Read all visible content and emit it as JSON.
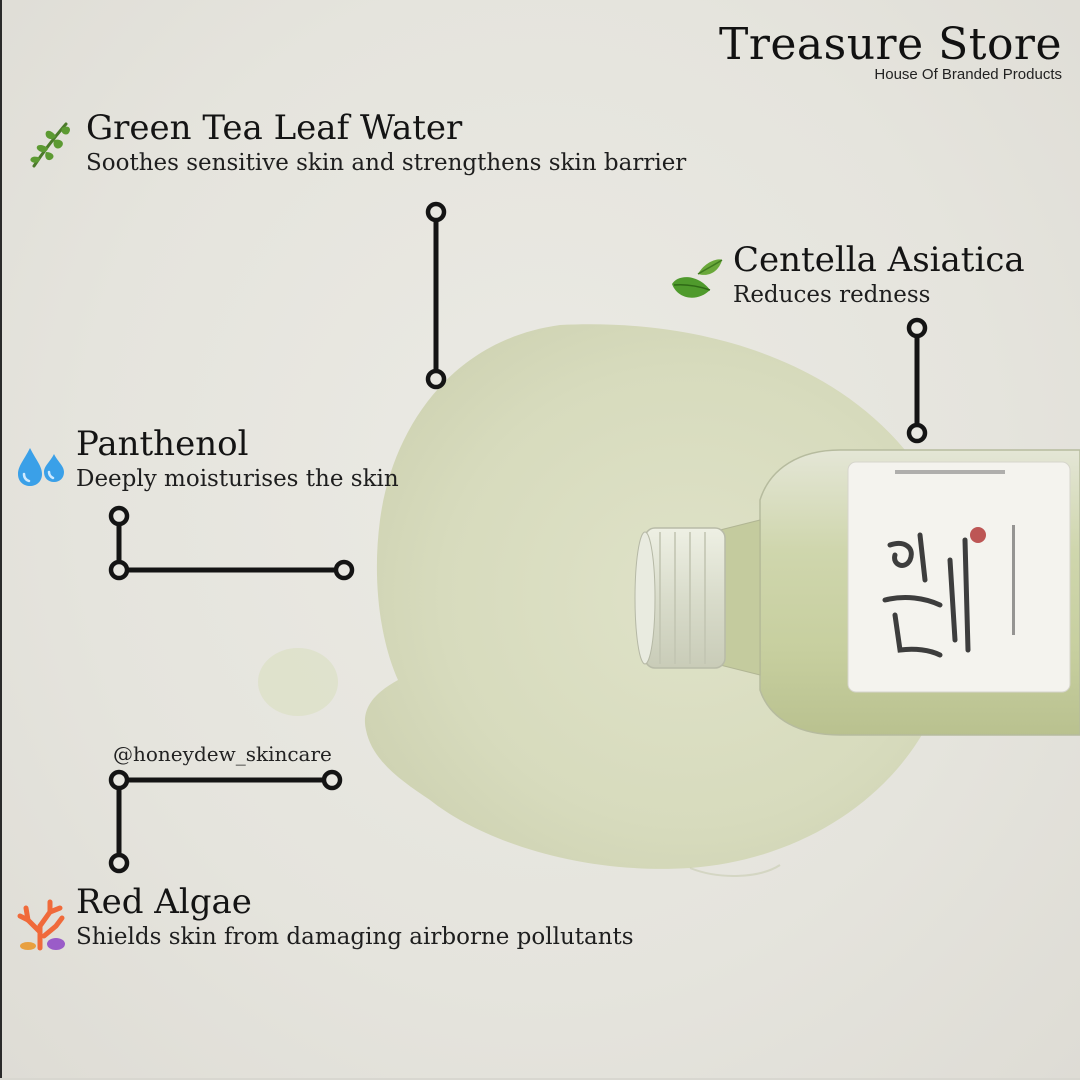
{
  "brand": {
    "name": "Treasure Store",
    "tagline": "House Of Branded Products"
  },
  "ingredients": [
    {
      "title": "Green Tea Leaf Water",
      "desc": "Soothes sensitive skin and strengthens skin barrier",
      "icon": "herb-icon"
    },
    {
      "title": "Centella Asiatica",
      "desc": "Reduces redness",
      "icon": "leaves-icon"
    },
    {
      "title": "Panthenol",
      "desc": "Deeply moisturises the skin",
      "icon": "droplets-icon"
    },
    {
      "title": "Red Algae",
      "desc": "Shields skin from damaging airborne pollutants",
      "icon": "coral-icon"
    }
  ],
  "credit": "@honeydew_skincare",
  "colors": {
    "background": "#e6e5df",
    "serum": "#d8dcc0",
    "text": "#141414",
    "connector": "#141414"
  }
}
